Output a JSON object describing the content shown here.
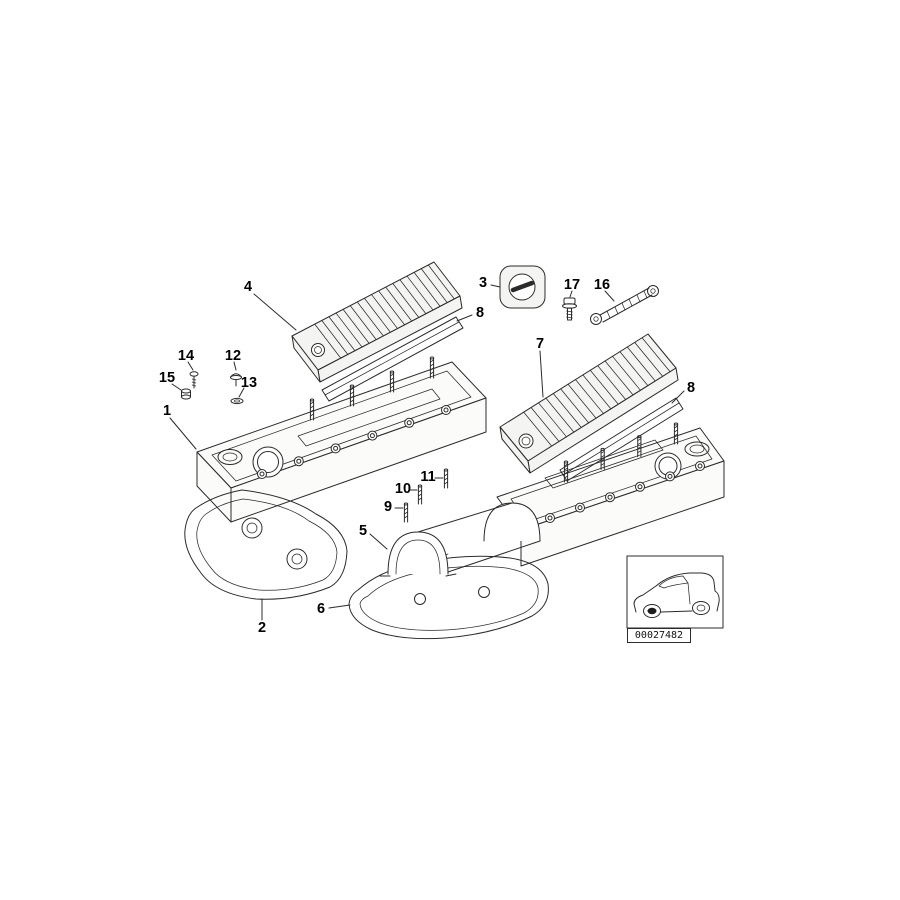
{
  "diagram": {
    "doc_number": "00027482",
    "callouts": {
      "c1": "1",
      "c2": "2",
      "c3": "3",
      "c4": "4",
      "c5": "5",
      "c6": "6",
      "c7": "7",
      "c8a": "8",
      "c8b": "8",
      "c9": "9",
      "c10": "10",
      "c11": "11",
      "c12": "12",
      "c13": "13",
      "c14": "14",
      "c15": "15",
      "c16": "16",
      "c17": "17"
    }
  }
}
